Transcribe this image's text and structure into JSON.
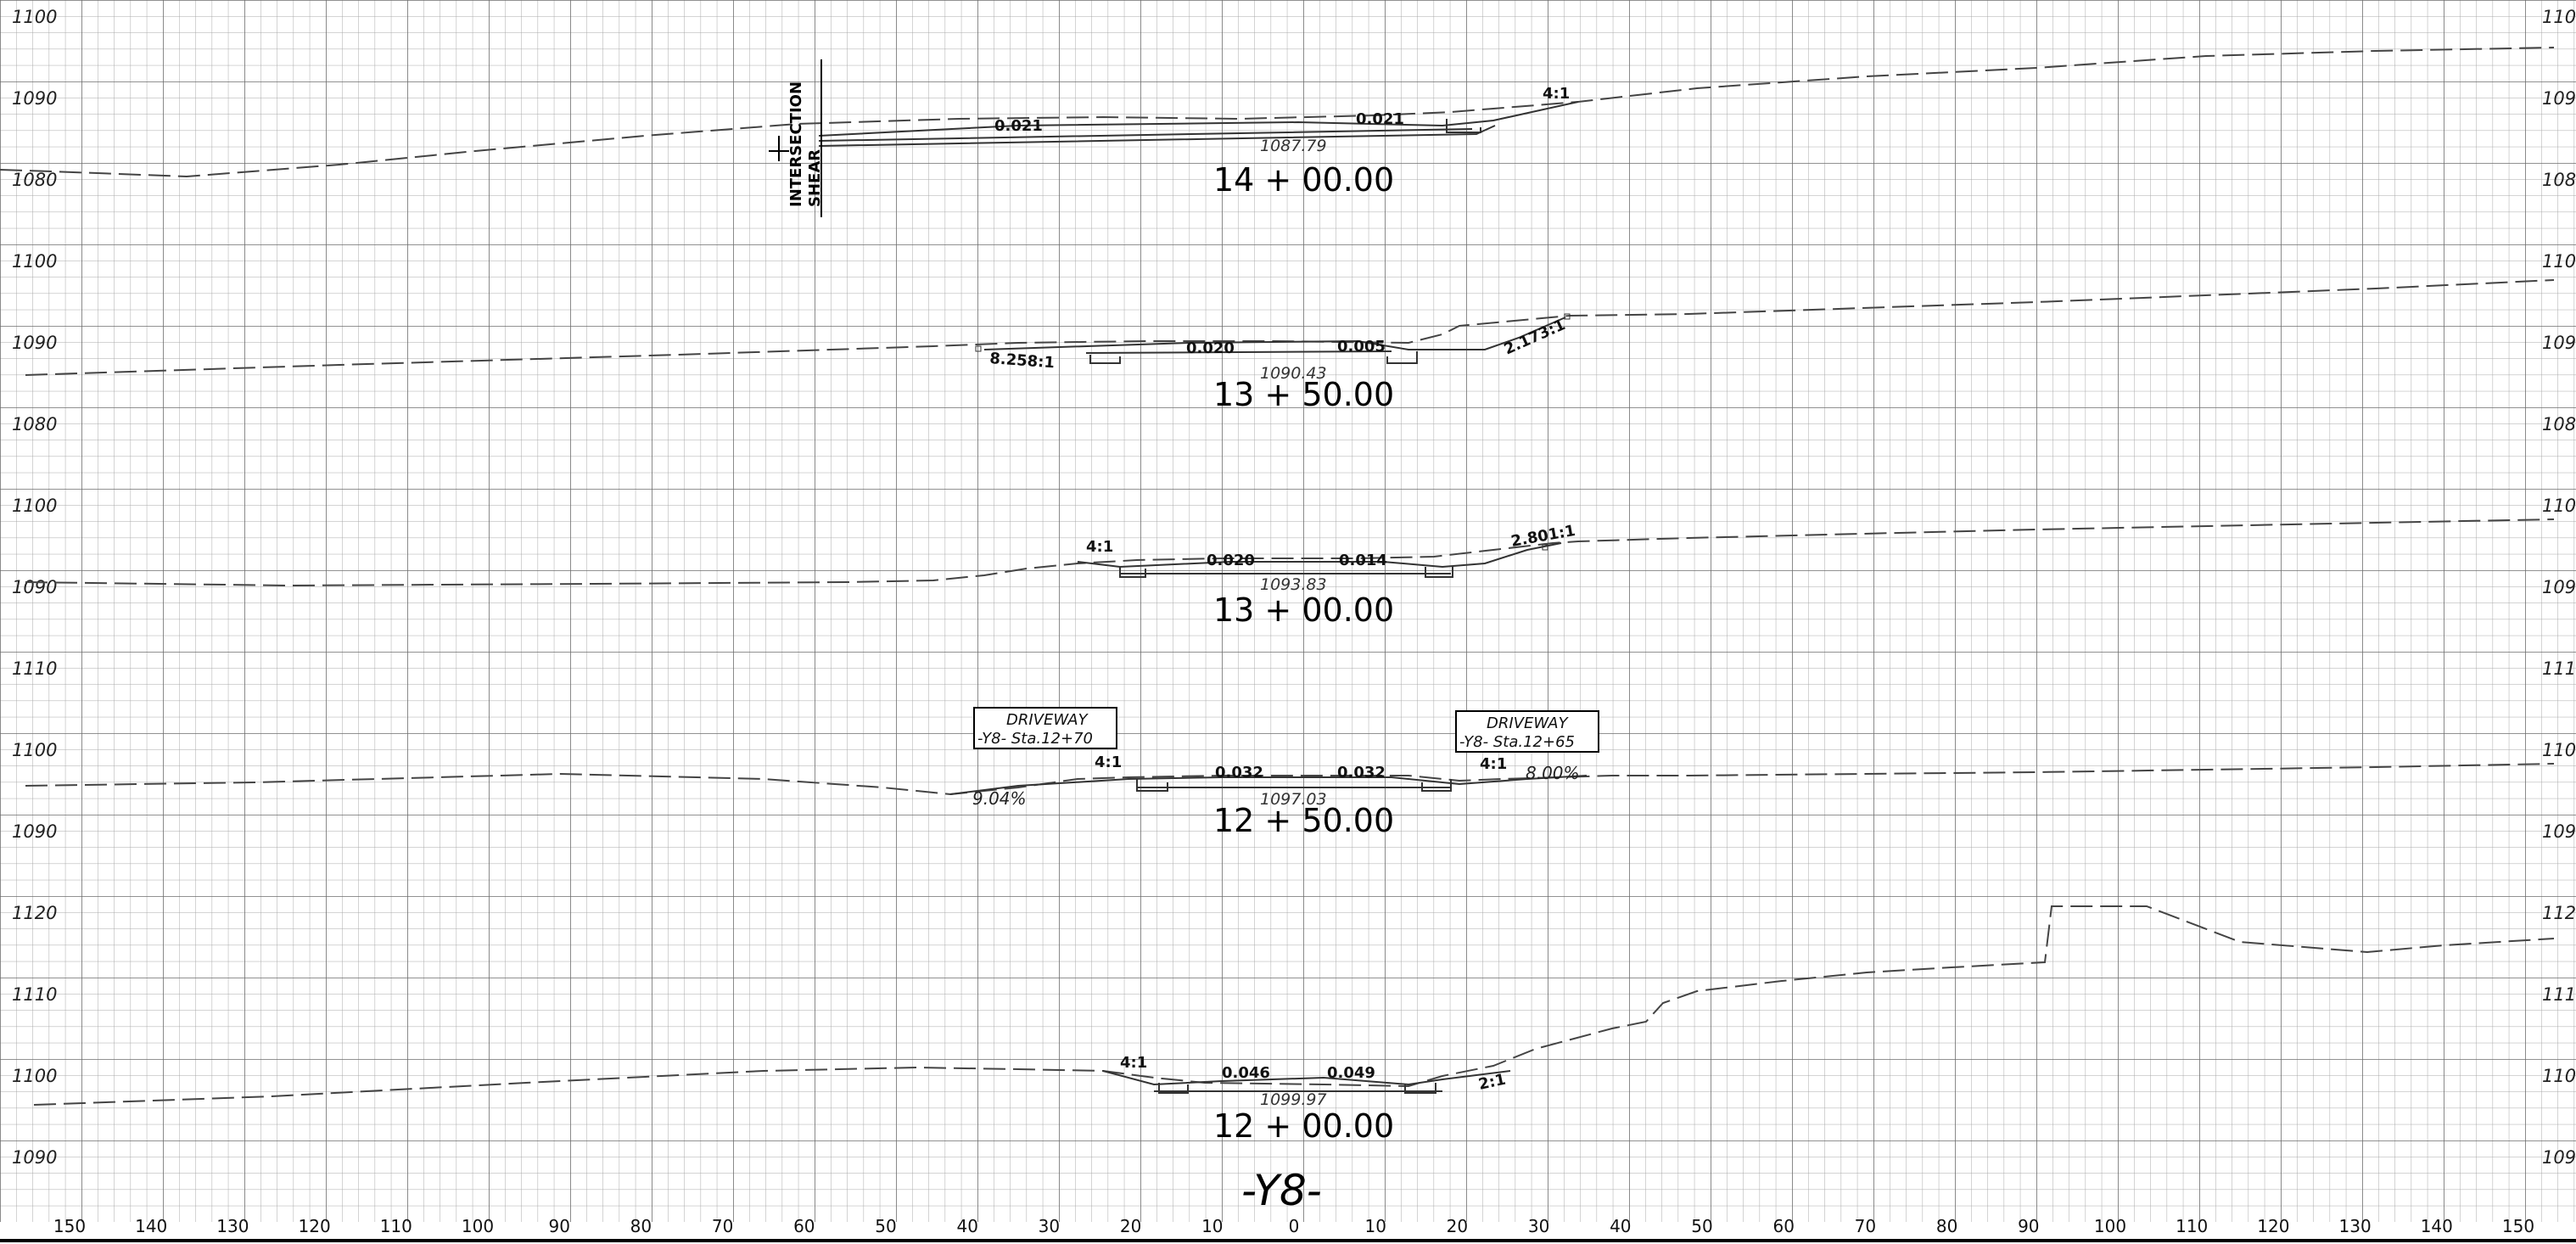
{
  "sheet_title": "-Y8-",
  "x_axis_labels": [
    "150",
    "140",
    "130",
    "120",
    "110",
    "100",
    "90",
    "80",
    "70",
    "60",
    "50",
    "40",
    "30",
    "20",
    "10",
    "0",
    "10",
    "20",
    "30",
    "40",
    "50",
    "60",
    "70",
    "80",
    "90",
    "100",
    "110",
    "120",
    "130",
    "140",
    "150"
  ],
  "sections": [
    {
      "station": "14 + 00.00",
      "grade_elevation": "1087.79",
      "elevation_labels": [
        "1100",
        "1090",
        "1080"
      ],
      "slope_labels": [
        "0.021",
        "0.021",
        "4:1"
      ],
      "note": {
        "line1": "INTERSECTION",
        "line2": "SHEAR"
      }
    },
    {
      "station": "13 + 50.00",
      "grade_elevation": "1090.43",
      "elevation_labels": [
        "1100",
        "1090",
        "1080"
      ],
      "slope_labels": [
        "8.258:1",
        "0.020",
        "0.005",
        "2.173:1"
      ]
    },
    {
      "station": "13 + 00.00",
      "grade_elevation": "1093.83",
      "elevation_labels": [
        "1100",
        "1090"
      ],
      "slope_labels": [
        "4:1",
        "0.020",
        "0.014",
        "2.801:1"
      ]
    },
    {
      "station": "12 + 50.00",
      "grade_elevation": "1097.03",
      "elevation_labels": [
        "1110",
        "1100",
        "1090"
      ],
      "slope_labels": [
        "4:1",
        "0.032",
        "0.032",
        "4:1"
      ],
      "grades": [
        "9.04%",
        "8.00%"
      ],
      "driveways": [
        {
          "line1": "DRIVEWAY",
          "line2": "-Y8-  Sta.12+70"
        },
        {
          "line1": "DRIVEWAY",
          "line2": "-Y8-  Sta.12+65"
        }
      ]
    },
    {
      "station": "12 + 00.00",
      "grade_elevation": "1099.97",
      "elevation_labels": [
        "1120",
        "1110",
        "1100",
        "1090"
      ],
      "slope_labels": [
        "4:1",
        "0.046",
        "0.049",
        "2:1"
      ]
    }
  ]
}
